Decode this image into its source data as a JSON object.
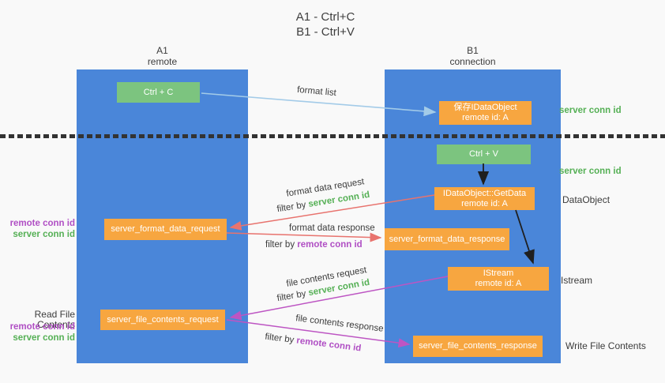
{
  "title": {
    "line1": "A1 - Ctrl+C",
    "line2": "B1 - Ctrl+V"
  },
  "colors": {
    "background": "#f9f9f9",
    "lifeline_blue": "#4a86d9",
    "green_box": "#7cc47f",
    "orange_box": "#f7a640",
    "green_text": "#55b055",
    "purple_text": "#b04fc4",
    "red_arrow": "#e8736e",
    "magenta_arrow": "#bd55c3",
    "blue_arrow": "#a3cbe8",
    "black_arrow": "#1f1f1f"
  },
  "lifelines": {
    "a1": {
      "name": "A1",
      "subtitle": "remote"
    },
    "b1": {
      "name": "B1",
      "subtitle": "connection"
    }
  },
  "nodes": {
    "ctrl_c": "Ctrl + C",
    "save_idataobject": {
      "line1": "保存IDataObject",
      "line2": "remote id: A"
    },
    "ctrl_v": "Ctrl + V",
    "getdata": {
      "line1": "IDataObject::GetData",
      "line2": "remote id: A"
    },
    "format_request": "server_format_data_request",
    "format_response": "server_format_data_response",
    "istream": {
      "line1": "IStream",
      "line2": "remote id: A"
    },
    "file_request": "server_file_contents_request",
    "file_response": "server_file_contents_response"
  },
  "edge_labels": {
    "format_list": "format list",
    "format_data_request": "format data request",
    "format_data_response": "format data response",
    "file_contents_request": "file contents request",
    "file_contents_response": "file contents response",
    "filter_by": "filter by ",
    "server_conn_id": "server conn id",
    "remote_conn_id": "remote conn id"
  },
  "side_labels": {
    "server_conn_id_top": "server conn id",
    "server_conn_id_mid": "server conn id",
    "dataobject": "DataObject",
    "istream": "Istream",
    "write_file_contents": "Write File Contents",
    "read_file_contents": "Read File Contents",
    "remote_conn_id_1": "remote conn id",
    "server_conn_id_1": "server conn id",
    "remote_conn_id_2": "remote conn id",
    "server_conn_id_2": "server conn id"
  }
}
